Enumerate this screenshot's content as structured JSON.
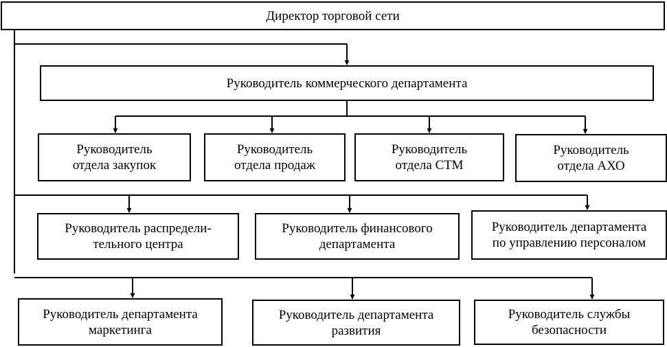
{
  "nodes": {
    "director": [
      "Директор торговой сети"
    ],
    "commercial": [
      "Руководитель коммерческого департамента"
    ],
    "purchasing": [
      "Руководитель",
      "отдела закупок"
    ],
    "sales": [
      "Руководитель",
      "отдела продаж"
    ],
    "stm": [
      "Руководитель",
      "отдела СТМ"
    ],
    "aho": [
      "Руководитель",
      "отдела АХО"
    ],
    "distribution": [
      "Руководитель распредели-",
      "тельного центра"
    ],
    "finance": [
      "Руководитель финансового",
      "департамента"
    ],
    "hr": [
      "Руководитель департамента",
      "по управлению персоналом"
    ],
    "marketing": [
      "Руководитель департамента",
      "маркетинга"
    ],
    "development": [
      "Руководитель департамента",
      "развития"
    ],
    "security": [
      "Руководитель службы",
      "безопасности"
    ]
  }
}
